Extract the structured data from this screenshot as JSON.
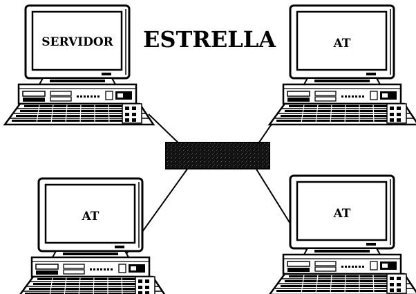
{
  "diagram": {
    "title": "ESTRELLA",
    "nodes": [
      {
        "id": "top-left",
        "label": "SERVIDOR"
      },
      {
        "id": "top-right",
        "label": "AT"
      },
      {
        "id": "bottom-left",
        "label": "AT"
      },
      {
        "id": "bottom-right",
        "label": "AT"
      }
    ],
    "hub": {
      "label": ""
    },
    "colors": {
      "line": "#000000",
      "fill": "#ffffff",
      "hub": "#111111"
    }
  }
}
